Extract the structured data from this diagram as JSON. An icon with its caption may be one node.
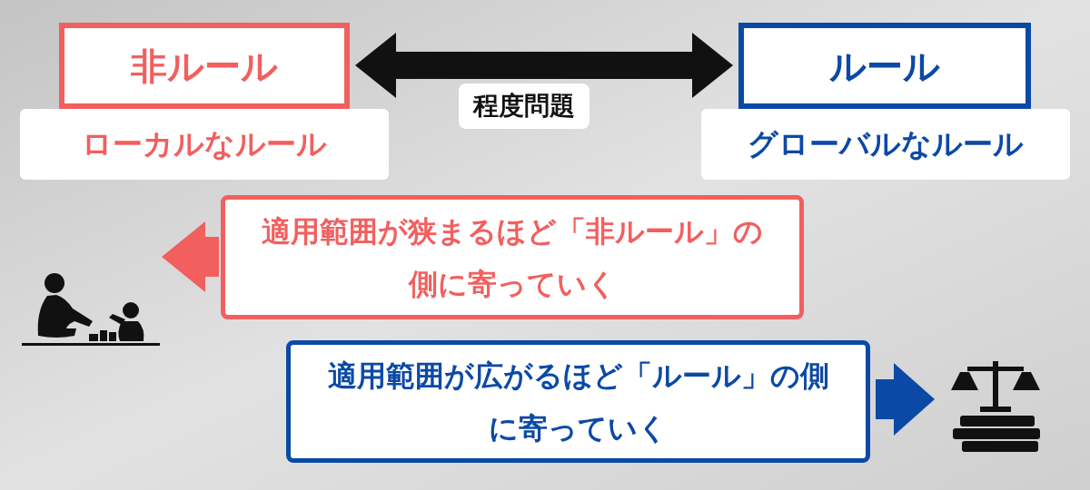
{
  "diagram": {
    "nodes": [
      {
        "text": [
          "非ルール"
        ]
      },
      {
        "text": [
          "ローカルなルール"
        ]
      },
      {
        "text": [
          "ルール"
        ]
      },
      {
        "text": [
          "グローバルなルール"
        ]
      },
      {
        "text": [
          "適用範囲が狭まるほど「非ルール」の側に寄っていく"
        ]
      },
      {
        "text": [],
        "shape": "picture"
      },
      {
        "text": [
          "適用範囲が広がるほど「ルール」の側に寄っていく"
        ]
      },
      {
        "text": [],
        "shape": "picture"
      }
    ],
    "edges": [
      {
        "from": 0,
        "to": 2,
        "arrow": "both",
        "label": "程度問題"
      },
      {
        "from": 4,
        "to": 5,
        "arrow": "to",
        "color": "#f25f5f"
      },
      {
        "from": 6,
        "to": 7,
        "arrow": "to",
        "color": "#0b49a6"
      }
    ]
  }
}
